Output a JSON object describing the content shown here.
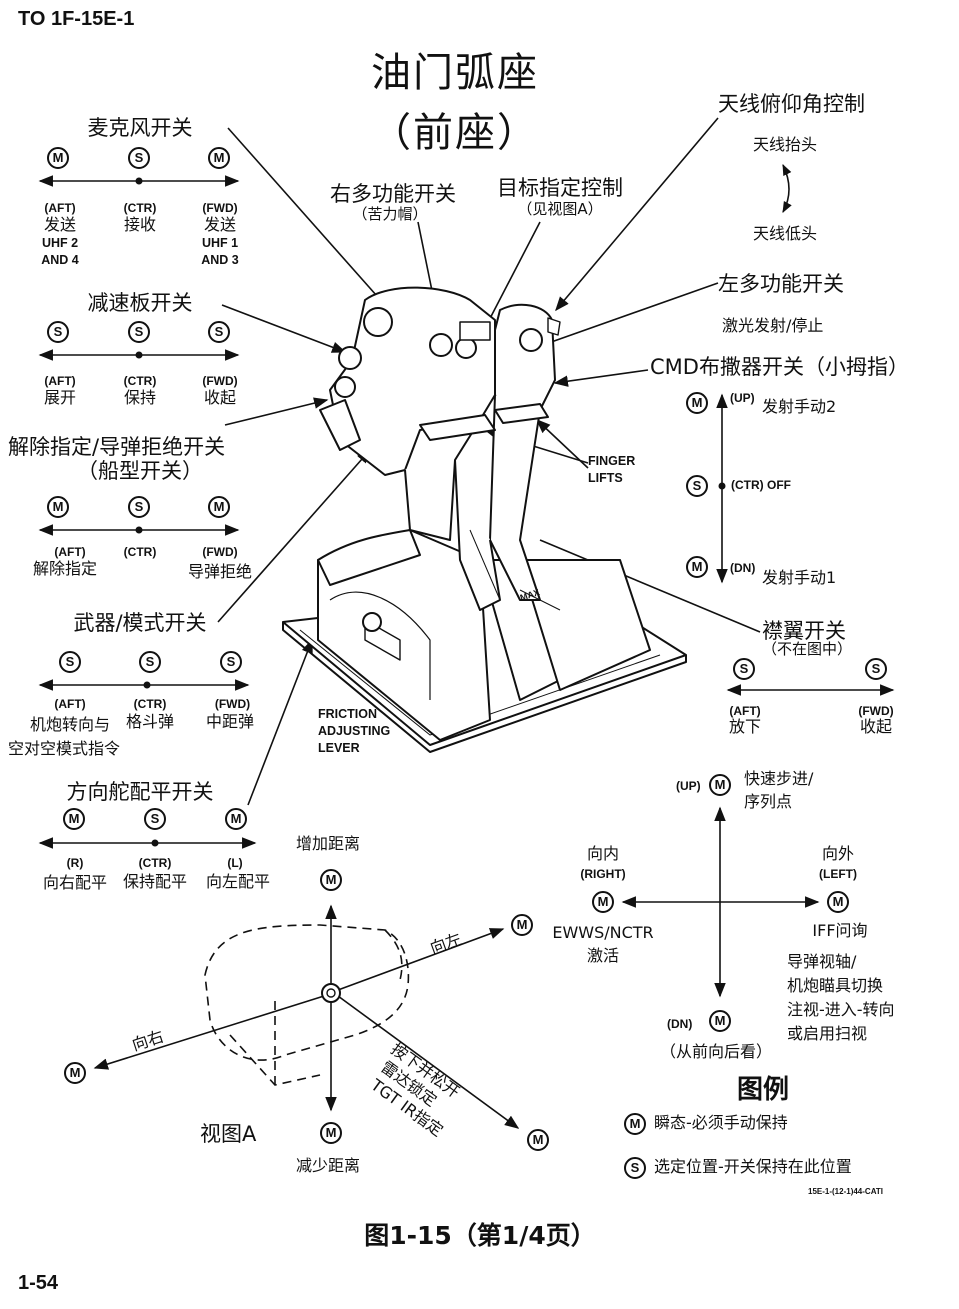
{
  "header": {
    "doc_id": "TO  1F-15E-1",
    "page_number": "1-54"
  },
  "title": {
    "main": "油门弧座",
    "sub": "（前座）"
  },
  "icons": {
    "momentary_letter": "M",
    "select_letter": "S"
  },
  "mic_switch": {
    "title": "麦克风开关",
    "labels": [
      {
        "pos": "(AFT)",
        "text1": "发送",
        "text2": "UHF 2",
        "text3": "AND 4"
      },
      {
        "pos": "(CTR)",
        "text1": "接收"
      },
      {
        "pos": "(FWD)",
        "text1": "发送",
        "text2": "UHF 1",
        "text3": "AND 3"
      }
    ]
  },
  "speedbrake_switch": {
    "title": "减速板开关",
    "labels": [
      {
        "pos": "(AFT)",
        "text1": "展开"
      },
      {
        "pos": "(CTR)",
        "text1": "保持"
      },
      {
        "pos": "(FWD)",
        "text1": "收起"
      }
    ]
  },
  "undesignate_switch": {
    "title": "解除指定/导弹拒绝开关",
    "subtitle": "（船型开关）",
    "labels": [
      {
        "pos": "(AFT)",
        "text1": "解除指定"
      },
      {
        "pos": "(CTR)"
      },
      {
        "pos": "(FWD)",
        "text1": "导弹拒绝"
      }
    ]
  },
  "weapon_mode_switch": {
    "title": "武器/模式开关",
    "labels": [
      {
        "pos": "(AFT)",
        "text1": "机炮转向与",
        "text2": "空对空模式指令"
      },
      {
        "pos": "(CTR)",
        "text1": "格斗弹"
      },
      {
        "pos": "(FWD)",
        "text1": "中距弹"
      }
    ]
  },
  "rudder_trim_switch": {
    "title": "方向舵配平开关",
    "labels": [
      {
        "pos": "(R)",
        "text1": "向右配平"
      },
      {
        "pos": "(CTR)",
        "text1": "保持配平"
      },
      {
        "pos": "(L)",
        "text1": "向左配平"
      }
    ]
  },
  "right_multifunction": {
    "title": "右多功能开关",
    "subtitle": "（苦力帽）"
  },
  "target_designate": {
    "title": "目标指定控制",
    "subtitle": "（见视图A）"
  },
  "antenna_elevation": {
    "title": "天线俯仰角控制",
    "up": "天线抬头",
    "down": "天线低头"
  },
  "left_multifunction": {
    "title": "左多功能开关",
    "action": "激光发射/停止"
  },
  "cmd_switch": {
    "title": "CMD布撒器开关（小拇指）",
    "up_pos": "(UP)",
    "up_text": "发射手动2",
    "ctr_pos": "(CTR) OFF",
    "dn_pos": "(DN)",
    "dn_text": "发射手动1"
  },
  "finger_lifts": {
    "line1": "FINGER",
    "line2": "LIFTS"
  },
  "friction_lever": {
    "line1": "FRICTION",
    "line2": "ADJUSTING",
    "line3": "LEVER"
  },
  "throttle_marking": "MAX",
  "flap_switch": {
    "title": "襟翼开关",
    "subtitle": "（不在图中）",
    "aft_pos": "(AFT)",
    "aft_text": "放下",
    "fwd_pos": "(FWD)",
    "fwd_text": "收起"
  },
  "view_a": {
    "label": "视图A",
    "increase_range": "增加距离",
    "decrease_range": "减少距离",
    "left": "向左",
    "right": "向右",
    "press_release_1": "按下并松开",
    "press_release_2": "雷达锁定",
    "press_release_3": "TGT IR指定"
  },
  "cross_diagram": {
    "up_pos": "(UP)",
    "up_text1": "快速步进/",
    "up_text2": "序列点",
    "in_label": "向内",
    "in_pos": "(RIGHT)",
    "in_text1": "EWWS/NCTR",
    "in_text2": "激活",
    "out_label": "向外",
    "out_pos": "(LEFT)",
    "out_text1": "IFF问询",
    "out_text2": "导弹视轴/",
    "out_text3": "机炮瞄具切换",
    "out_text4": "注视-进入-转向",
    "out_text5": "或启用扫视",
    "dn_pos": "(DN)",
    "dn_text": "（从前向后看）"
  },
  "legend": {
    "title": "图例",
    "momentary": "瞬态-必须手动保持",
    "select": "选定位置-开关保持在此位置"
  },
  "figure_code": "15E-1-(12-1)44-CATI",
  "caption": "图1-15（第1/4页）"
}
